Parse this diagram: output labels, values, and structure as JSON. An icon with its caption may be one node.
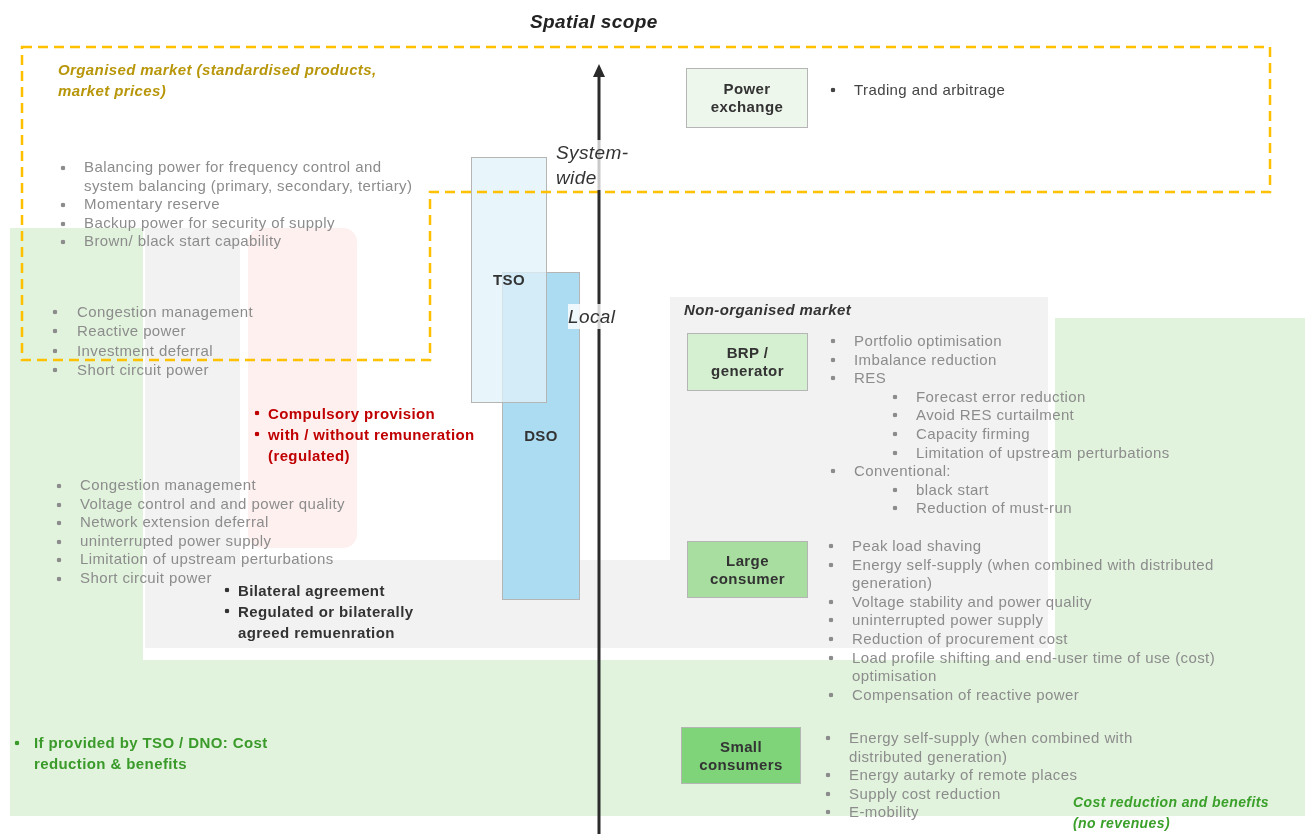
{
  "diagram": {
    "nodes": [
      {
        "text": [
          "Organised market (standardised products, market prices)"
        ]
      },
      {
        "text": [
          "Power exchange"
        ],
        "in": 0,
        "beside": [
          "Trading and arbitrage"
        ]
      },
      {
        "text": [
          "TSO"
        ]
      },
      {
        "text": [
          "DSO"
        ]
      },
      {
        "text": [
          "Non-organised market"
        ]
      },
      {
        "text": [
          "BRP / generator"
        ],
        "in": 4,
        "beside": [
          "Portfolio optimisation",
          "Imbalance reduction",
          "RES",
          "Forecast error reduction",
          "Avoid RES curtailment",
          "Capacity firming",
          "Limitation of upstream perturbations",
          "Conventional:",
          "black start",
          "Reduction of must-run"
        ]
      },
      {
        "text": [
          "Large consumer"
        ],
        "in": 4,
        "beside": [
          "Peak load shaving",
          "Energy self-supply (when combined with distributed generation)",
          "Voltage stability and power quality",
          "uninterrupted power supply",
          "Reduction of procurement cost",
          "Load profile shifting and end-user time of use (cost) optimisation",
          "Compensation of reactive power"
        ]
      },
      {
        "text": [
          "If provided by TSO / DNO: Cost reduction & benefits",
          "Cost reduction and benefits (no revenues)"
        ]
      },
      {
        "text": [
          "Small consumers"
        ],
        "in": 7,
        "beside": [
          "Energy self-supply (when combined with distributed generation)",
          "Energy autarky of remote places",
          "Supply cost reduction",
          "E-mobility"
        ]
      }
    ],
    "labels": [
      "Spatial scope",
      "System-wide",
      "Balancing power for frequency control and system balancing (primary, secondary, tertiary)",
      "Momentary reserve",
      "Backup power for security of supply",
      "Brown/ black start capability",
      "Local",
      "Congestion management",
      "Reactive power",
      "Investment deferral",
      "Short circuit power",
      "Compulsory provision",
      "with / without remuneration (regulated)",
      "Congestion management",
      "Voltage control and and power quality",
      "Network extension deferral",
      "uninterrupted power supply",
      "Limitation of upstream perturbations",
      "Short circuit power",
      "Bilateral agreement",
      "Regulated or bilaterally agreed remuenration"
    ]
  }
}
